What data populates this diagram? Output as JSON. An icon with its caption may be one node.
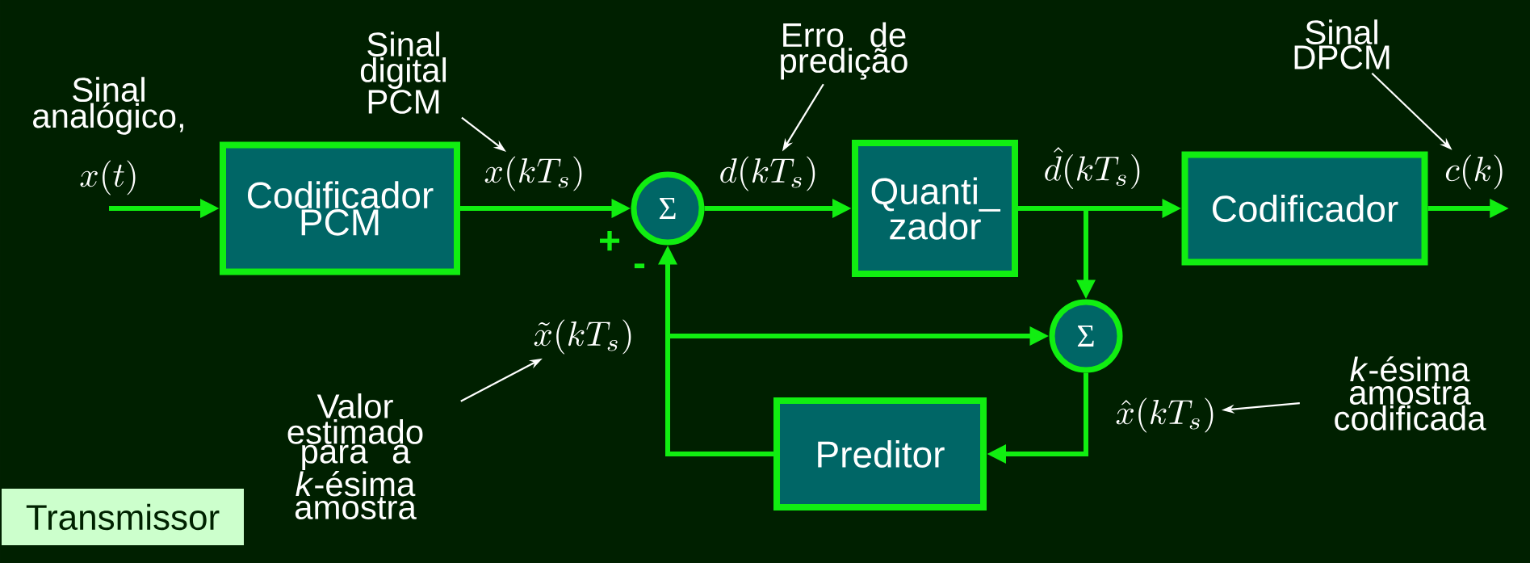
{
  "diagram": {
    "nodes": [
      {
        "text": [
          "Codificador PCM"
        ]
      },
      {
        "text": [
          "Σ"
        ]
      },
      {
        "text": [
          "Quanti_ zador"
        ]
      },
      {
        "text": [
          "Codificador"
        ]
      },
      {
        "text": [
          "Σ"
        ]
      },
      {
        "text": [
          "Preditor"
        ]
      },
      {
        "text": [
          "Sinal digital PCM"
        ]
      },
      {
        "text": [
          "x(kT_s)"
        ]
      },
      {
        "text": [
          "Erro de predição"
        ]
      },
      {
        "text": [
          "d(kT_s)"
        ]
      },
      {
        "text": [
          "Sinal DPCM"
        ]
      },
      {
        "text": [
          "c(k)"
        ]
      },
      {
        "text": [
          "Valor estimado para a *k*-ésima amostra"
        ]
      },
      {
        "text": [
          "\\tilde{x}(kT_s)"
        ]
      },
      {
        "text": [
          "*k*-ésima amostra codificada"
        ]
      },
      {
        "text": [
          "\\hat{x}(kT_s)"
        ]
      },
      {
        "text": [
          "Transmissor"
        ]
      },
      {
        "text": [
          "x(t)"
        ]
      }
    ],
    "edges": [
      {
        "from": 17,
        "to": 0,
        "arrow": "to"
      },
      {
        "from": 0,
        "to": 1,
        "arrow": "to"
      },
      {
        "from": 1,
        "to": 2,
        "arrow": "to"
      },
      {
        "from": 2,
        "to": 3,
        "arrow": "to"
      },
      {
        "from": 2,
        "to": 4,
        "arrow": "to"
      },
      {
        "from": 3,
        "to": 11,
        "arrow": "to"
      },
      {
        "from": 4,
        "to": 5,
        "arrow": "to"
      },
      {
        "from": 5,
        "to": 1,
        "arrow": "to"
      },
      {
        "from": 5,
        "to": 4,
        "arrow": "to"
      },
      {
        "from": 6,
        "to": 7,
        "arrow": "to",
        "color": "#ffffff"
      },
      {
        "from": 8,
        "to": 9,
        "arrow": "to",
        "color": "#ffffff"
      },
      {
        "from": 10,
        "to": 11,
        "arrow": "to",
        "color": "#ffffff"
      },
      {
        "from": 12,
        "to": 13,
        "arrow": "to",
        "color": "#ffffff"
      },
      {
        "from": 14,
        "to": 15,
        "arrow": "to",
        "color": "#ffffff"
      }
    ],
    "labels": [
      "Sinal analógico,",
      "+",
      "-",
      "\\hat{d}(kT_s)"
    ]
  }
}
